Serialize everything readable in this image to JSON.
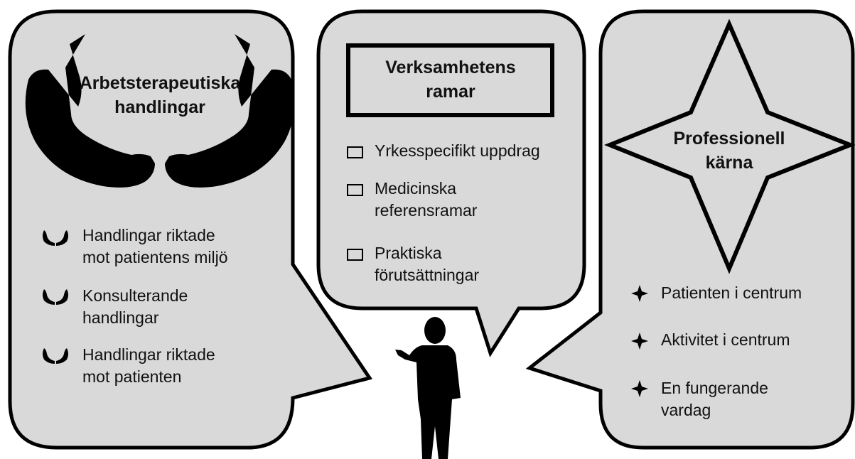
{
  "colors": {
    "panel": "#d9d9d9",
    "outline": "#000000",
    "figure": "#000000"
  },
  "left": {
    "title_lines": [
      "Arbetsterapeutiska",
      "handlingar"
    ],
    "bullet_icon": "open-hands-icon",
    "items": [
      {
        "lines": [
          "Handlingar riktade",
          "mot patientens miljö"
        ]
      },
      {
        "lines": [
          "Konsulterande",
          "handlingar"
        ]
      },
      {
        "lines": [
          "Handlingar riktade",
          "mot patienten"
        ]
      }
    ]
  },
  "middle": {
    "title_lines": [
      "Verksamhetens",
      "ramar"
    ],
    "bullet_icon": "square-outline-icon",
    "items": [
      {
        "lines": [
          "Yrkesspecifikt uppdrag"
        ]
      },
      {
        "lines": [
          "Medicinska",
          "referensramar"
        ]
      },
      {
        "lines": [
          "Praktiska",
          "förutsättningar"
        ]
      }
    ]
  },
  "right": {
    "title_lines": [
      "Professionell",
      "kärna"
    ],
    "bullet_icon": "four-point-star-icon",
    "items": [
      {
        "lines": [
          "Patienten i centrum"
        ]
      },
      {
        "lines": [
          "Aktivitet i centrum"
        ]
      },
      {
        "lines": [
          "En fungerande",
          "vardag"
        ]
      }
    ]
  },
  "center_figure": "person-silhouette"
}
